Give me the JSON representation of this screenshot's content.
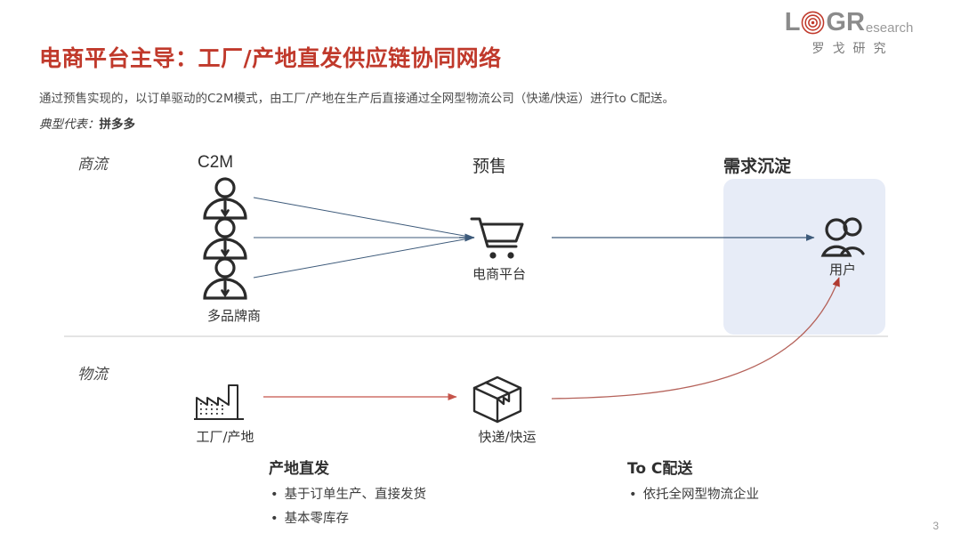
{
  "logo": {
    "letter_l": "L",
    "icon": "target-rings-icon",
    "letters_gr": "GR",
    "research": "esearch",
    "cn": "罗戈研究"
  },
  "title": "电商平台主导：工厂/产地直发供应链协同网络",
  "subtitle": "通过预售实现的，以订单驱动的C2M模式，由工厂/产地在生产后直接通过全网型物流公司（快递/快运）进行to C配送。",
  "example": {
    "label": "典型代表：",
    "value": "拼多多"
  },
  "lanes": {
    "commerce": "商流",
    "logistics": "物流"
  },
  "stages": {
    "c2m": "C2M",
    "presale": "预售",
    "demand": "需求沉淀"
  },
  "nodes": {
    "brands": "多品牌商",
    "platform": "电商平台",
    "users": "用户",
    "factory": "工厂/产地",
    "parcel": "快递/快运"
  },
  "notes": [
    {
      "title": "产地直发",
      "items": [
        "基于订单生产、直接发货",
        "基本零库存"
      ]
    },
    {
      "title": "To C配送",
      "items": [
        "依托全网型物流企业"
      ]
    }
  ],
  "page_number": "3",
  "colors": {
    "title_red": "#c0392b",
    "flow_blue": "#3d5a7a",
    "logistics_red": "#c5544a",
    "panel_bg": "#e7ecf7",
    "icon_dark": "#2b2b2b"
  }
}
